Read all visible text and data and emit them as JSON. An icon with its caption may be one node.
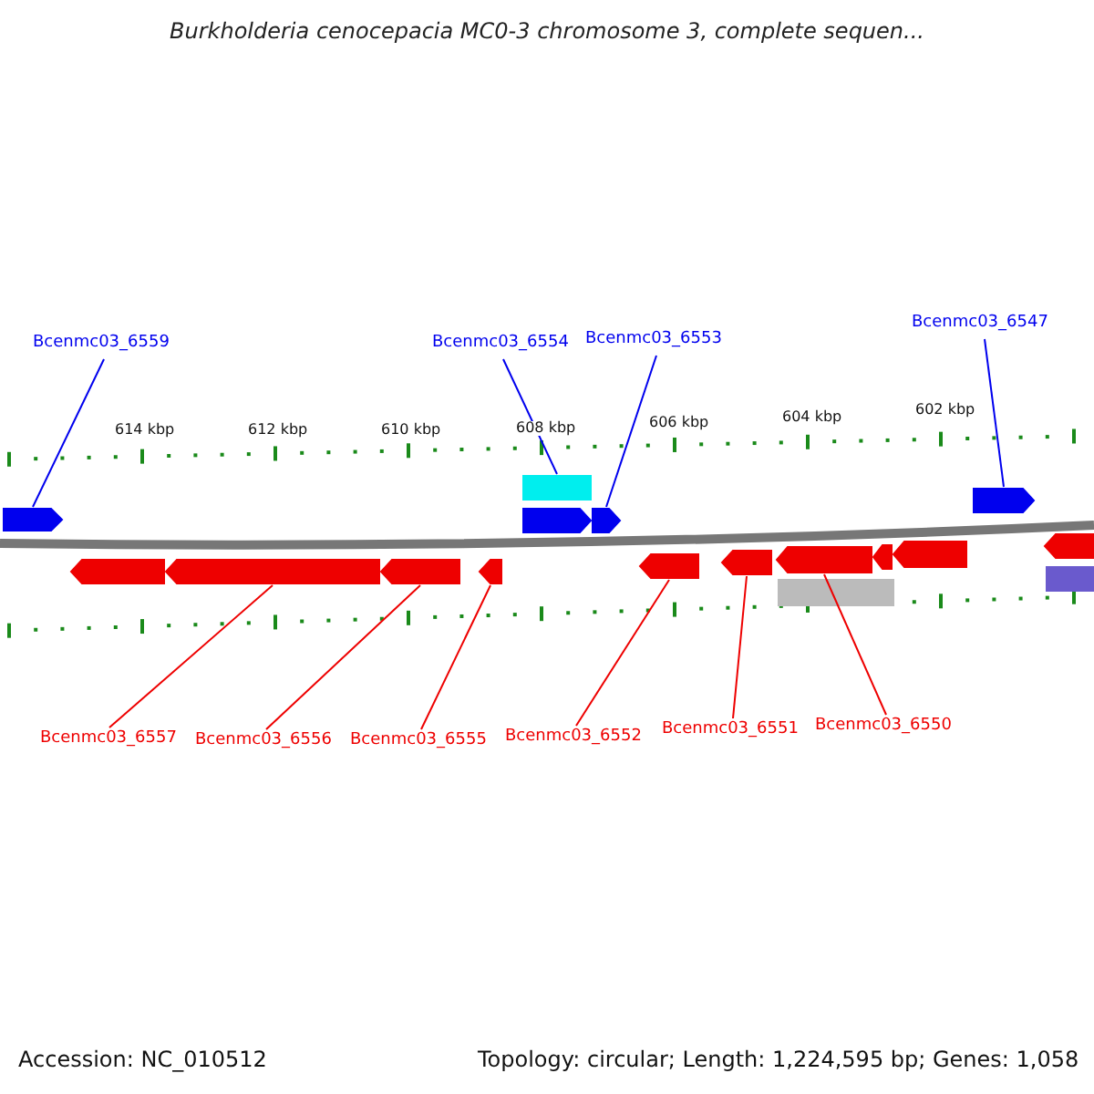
{
  "diagram": {
    "title": "Burkholderia cenocepacia MC0-3 chromosome 3, complete sequen...",
    "nodes": [
      {
        "text": [
          "Bcenmc03_6559"
        ]
      },
      {
        "text": [
          "Bcenmc03_6554"
        ]
      },
      {
        "text": [
          "Bcenmc03_6553"
        ]
      },
      {
        "text": [
          "Bcenmc03_6547"
        ]
      },
      {
        "text": [],
        "shape": "bar"
      },
      {
        "text": [],
        "shape": "bar"
      },
      {
        "text": [],
        "shape": "bar"
      },
      {
        "text": [],
        "shape": "bar"
      },
      {
        "text": [],
        "shape": "bar"
      },
      {
        "text": [],
        "shape": "bar"
      },
      {
        "text": [],
        "shape": "bar"
      },
      {
        "text": [],
        "shape": "bar"
      },
      {
        "text": [],
        "shape": "bar"
      },
      {
        "text": [],
        "shape": "bar"
      },
      {
        "text": [],
        "shape": "bar"
      },
      {
        "text": [],
        "shape": "bar"
      },
      {
        "text": [],
        "shape": "bar"
      },
      {
        "text": [],
        "shape": "bar"
      },
      {
        "text": [],
        "shape": "bar"
      },
      {
        "text": [],
        "shape": "bar"
      },
      {
        "text": [],
        "shape": "bar"
      },
      {
        "text": [
          "Bcenmc03_6557"
        ]
      },
      {
        "text": [
          "Bcenmc03_6556"
        ]
      },
      {
        "text": [
          "Bcenmc03_6555"
        ]
      },
      {
        "text": [
          "Bcenmc03_6552"
        ]
      },
      {
        "text": [
          "Bcenmc03_6551"
        ]
      },
      {
        "text": [
          "Bcenmc03_6550"
        ]
      }
    ],
    "edges": [
      {
        "from": 0,
        "to": 4,
        "arrow": "none",
        "color": "#0000ee"
      },
      {
        "from": 1,
        "to": 5,
        "arrow": "none",
        "color": "#0000ee"
      },
      {
        "from": 2,
        "to": 7,
        "arrow": "none",
        "color": "#0000ee"
      },
      {
        "from": 3,
        "to": 8,
        "arrow": "none",
        "color": "#0000ee"
      },
      {
        "from": 21,
        "to": 10,
        "arrow": "none"
      },
      {
        "from": 22,
        "to": 11,
        "arrow": "none"
      },
      {
        "from": 23,
        "to": 12,
        "arrow": "none"
      },
      {
        "from": 24,
        "to": 13,
        "arrow": "none"
      },
      {
        "from": 25,
        "to": 14,
        "arrow": "none"
      },
      {
        "from": 26,
        "to": 15,
        "arrow": "none"
      }
    ],
    "labels": [
      "614 kbp",
      "612 kbp",
      "610 kbp",
      "608 kbp",
      "606 kbp",
      "604 kbp",
      "602 kbp",
      "Accession: NC_010512",
      "Topology: circular; Length: 1,224,595 bp; Genes: 1,058"
    ]
  }
}
